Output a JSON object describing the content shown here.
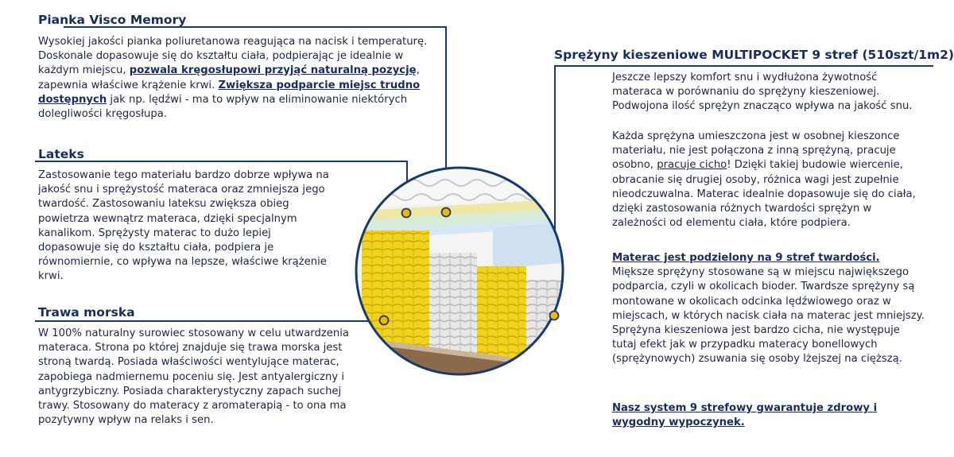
{
  "left": {
    "visco": {
      "title": "Pianka Visco Memory",
      "p1": "Wysokiej jakości pianka poliuretanowa reagująca na nacisk i temperaturę. Doskonale dopasowuje się do kształtu ciała, podpierając je idealnie w każdym miejscu, ",
      "link1": "pozwala kręgosłupowi przyjąć naturalną pozycję",
      "p2": ", zapewnia właściwe krążenie krwi. ",
      "link2": "Zwiększa podparcie miejsc trudno dostępnych",
      "p3": " jak np. lędźwi - ma to wpływ na eliminowanie niektórych dolegliwości kręgosłupa."
    },
    "latex": {
      "title": "Lateks",
      "text": "Zastosowanie tego materiału bardzo dobrze wpływa na jakość snu i sprężystość materaca oraz zmniejsza jego twardość. Zastosowaniu lateksu zwiększa obieg powietrza wewnątrz materaca, dzięki specjalnym kanalikom. Sprężysty materac to dużo lepiej dopasowuje się do kształtu ciała, podpiera je równomiernie, co wpływa na lepsze, właściwe krążenie krwi."
    },
    "seagrass": {
      "title": "Trawa morska",
      "text": "W 100% naturalny surowiec stosowany w celu utwardzenia materaca. Strona po której znajduje się trawa morska jest stroną twardą. Posiada właściwości wentylujące materac,  zapobiega nadmiernemu poceniu się. Jest antyalergiczny i antygrzybiczny. Posiada charakterystyczny zapach suchej trawy. Stosowany do materacy z aromaterapią - to ona ma pozytywny wpływ na relaks i sen."
    }
  },
  "right": {
    "springs": {
      "title": "Sprężyny kieszeniowe MULTIPOCKET  9 stref (510szt/1m2)",
      "p1": "Jeszcze lepszy komfort snu i wydłużona żywotność materaca w porównaniu do sprężyny kieszeniowej. Podwojona ilość sprężyn znacząco wpływa na jakość snu.",
      "p2a": "Każda sprężyna umieszczona jest w osobnej kieszonce materiału, nie jest połączona z inną sprężyną, pracuje osobno, ",
      "p2link": "pracuje cicho",
      "p2b": "! Dzięki takiej budowie wiercenie, obracanie się drugiej osoby, różnica wagi jest zupełnie nieodczuwalna. Materac idealnie dopasowuje się do ciała, dzięki zastosowania różnych twardości sprężyn w zależności od elementu ciała, które podpiera."
    },
    "zones": {
      "heading": "Materac jest podzielony na 9 stref twardości.",
      "text": "Miększe sprężyny stosowane są w miejscu największego podparcia, czyli w okolicach bioder. Twardsze sprężyny są montowane w okolicach odcinka lędźwiowego oraz w miejscach, w których nacisk ciała na materac jest mniejszy. Sprężyna kieszeniowa jest bardzo cicha, nie występuje tutaj efekt jak w przypadku materacy bonellowych (sprężynowych) zsuwania się osoby lżejszej na cięższą.",
      "closing": "Nasz system 9 strefowy gwarantuje zdrowy i wygodny wypoczynek."
    }
  },
  "colors": {
    "accent": "#1a3a6b",
    "marker": "#f2b705",
    "spring_yellow": "#f1d21c",
    "spring_white": "#e6e6e6"
  }
}
